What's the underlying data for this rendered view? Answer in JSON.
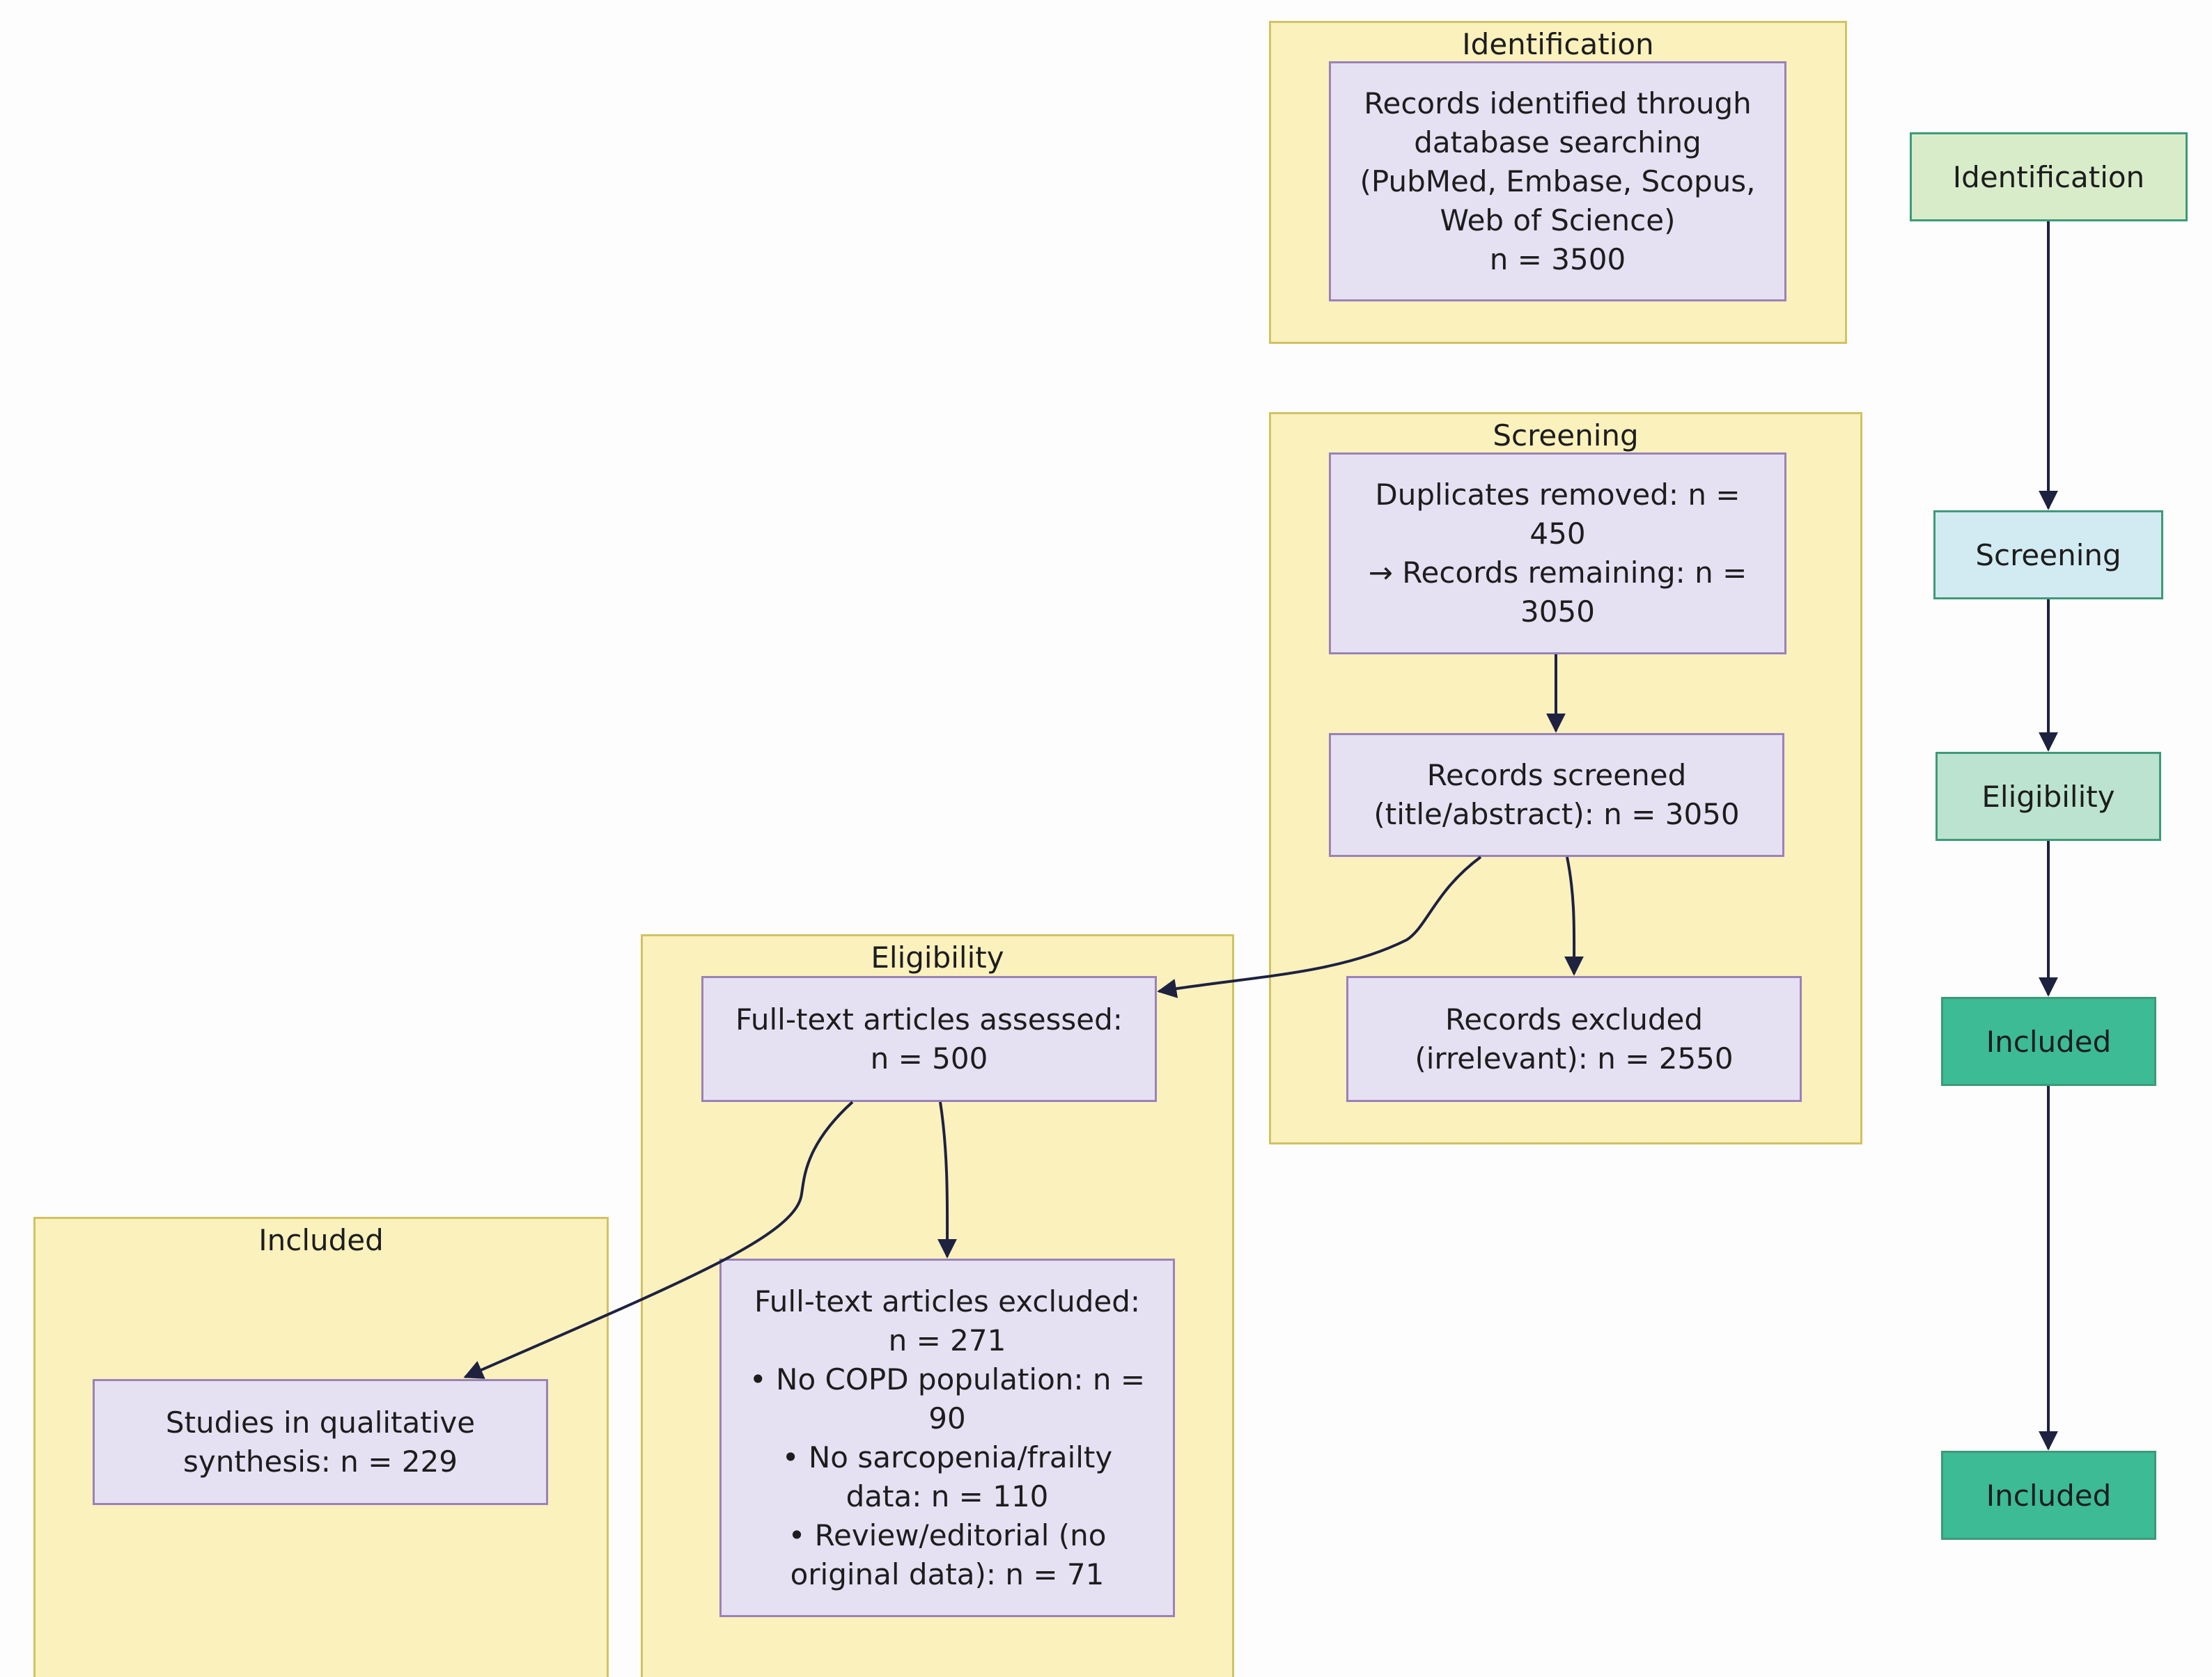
{
  "clusters": {
    "identification": "Identification",
    "screening": "Screening",
    "eligibility": "Eligibility",
    "included": "Included"
  },
  "nodes": {
    "records_identified": [
      "Records identified through",
      "database searching",
      "(PubMed, Embase, Scopus,",
      "Web of Science)",
      "n = 3500"
    ],
    "duplicates_removed": [
      "Duplicates removed: n =",
      "450",
      "→ Records remaining: n =",
      "3050"
    ],
    "records_screened": [
      "Records screened",
      "(title/abstract): n = 3050"
    ],
    "records_excluded": [
      "Records excluded",
      "(irrelevant): n = 2550"
    ],
    "fulltext_assessed": [
      "Full-text articles assessed:",
      "n = 500"
    ],
    "fulltext_excluded": [
      "Full-text articles excluded:",
      "n = 271",
      "• No COPD population: n =",
      "90",
      "• No sarcopenia/frailty",
      "data: n = 110",
      "• Review/editorial (no",
      "original data): n = 71"
    ],
    "qualitative_synthesis": [
      "Studies in qualitative",
      "synthesis: n = 229"
    ]
  },
  "stages": [
    {
      "label": "Identification",
      "color": "#d8ecc9"
    },
    {
      "label": "Screening",
      "color": "#d2ebf2"
    },
    {
      "label": "Eligibility",
      "color": "#bce3cf"
    },
    {
      "label": "Included",
      "color": "#3cbb95"
    },
    {
      "label": "Included",
      "color": "#3cbb95"
    }
  ],
  "colors": {
    "cluster_fill": "#fbf1bd",
    "node_fill": "#e5e1f2",
    "arrow": "#1e2240"
  }
}
